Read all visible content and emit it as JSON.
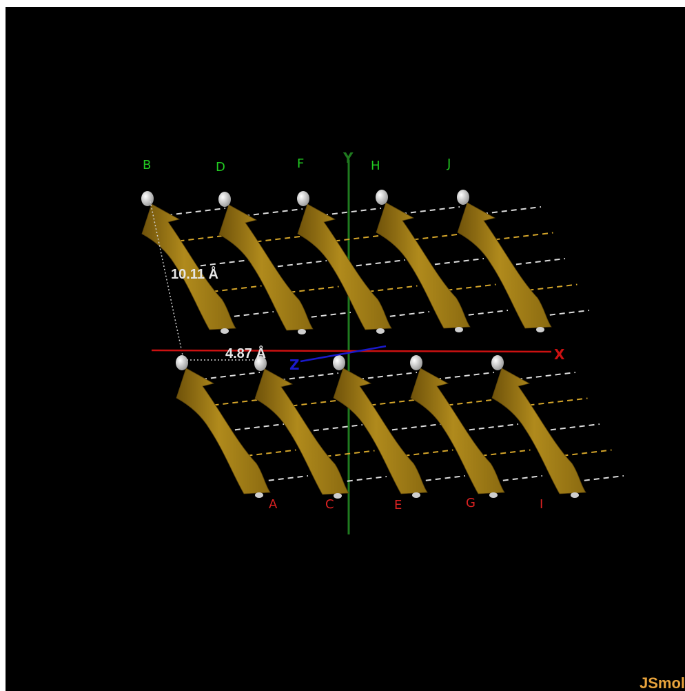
{
  "app": {
    "watermark": "JSmol",
    "background": "#000000"
  },
  "axes": [
    {
      "id": "x",
      "label": "X",
      "color": "#cc1111"
    },
    {
      "id": "y",
      "label": "Y",
      "color": "#1f7a1f"
    },
    {
      "id": "z",
      "label": "Z",
      "color": "#1a1acc"
    }
  ],
  "measurements": [
    {
      "id": "interlayer",
      "text": "10.11 Å"
    },
    {
      "id": "interstrand",
      "text": "4.87 Å"
    }
  ],
  "strand_labels": {
    "top": [
      "B",
      "D",
      "F",
      "H",
      "J"
    ],
    "bottom": [
      "A",
      "C",
      "E",
      "G",
      "I"
    ],
    "top_color": "#22cc22",
    "bottom_color": "#dd2222"
  },
  "colors": {
    "strand": "#a88418",
    "strand_dark": "#7a5c0c",
    "strand_light": "#c9a22e",
    "hbond_white": "#dddddd",
    "hbond_yellow": "#d4a52a",
    "terminal_atom": "#eeeeee"
  }
}
